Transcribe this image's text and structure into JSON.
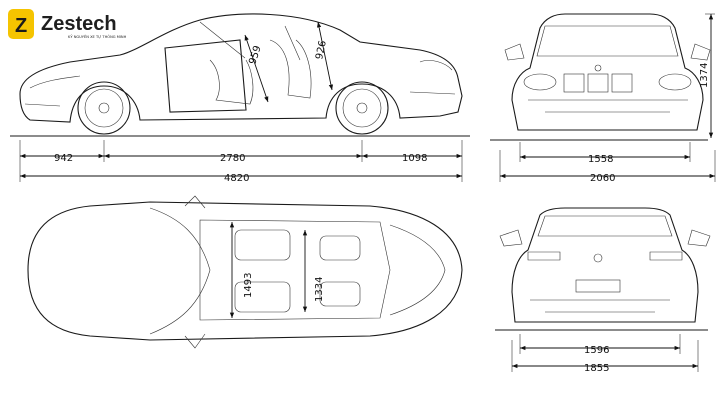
{
  "brand": {
    "name": "Zestech",
    "tagline": "KỸ NGUYÊN XE TỰ THÔNG MINH",
    "accent_color": "#f5c400",
    "icon": "zestech-logo-icon"
  },
  "side_view": {
    "seat_heights": [
      "959",
      "926"
    ],
    "dimensions": {
      "front_overhang": "942",
      "wheelbase": "2780",
      "rear_overhang": "1098",
      "total_length": "4820"
    }
  },
  "front_view": {
    "height": "1374",
    "dimensions": {
      "front_track": "1558",
      "width_with_mirrors": "2060"
    }
  },
  "top_view": {
    "interior_widths": [
      "1493",
      "1334"
    ]
  },
  "rear_view": {
    "dimensions": {
      "rear_track": "1596",
      "body_width": "1855"
    }
  }
}
